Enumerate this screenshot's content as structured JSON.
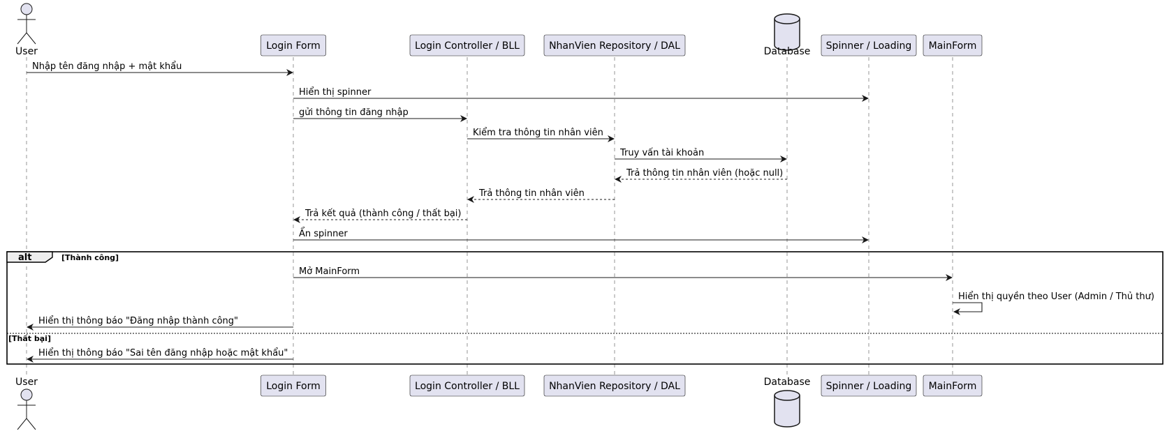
{
  "participants": [
    {
      "id": "user",
      "label": "User",
      "kind": "actor"
    },
    {
      "id": "login_form",
      "label": "Login Form",
      "kind": "participant"
    },
    {
      "id": "login_controller",
      "label": "Login Controller / BLL",
      "kind": "participant"
    },
    {
      "id": "nhanvien_repo",
      "label": "NhanVien Repository / DAL",
      "kind": "participant"
    },
    {
      "id": "database",
      "label": "Database",
      "kind": "database"
    },
    {
      "id": "spinner",
      "label": "Spinner / Loading",
      "kind": "participant"
    },
    {
      "id": "mainform",
      "label": "MainForm",
      "kind": "participant"
    }
  ],
  "messages": [
    {
      "from": "user",
      "to": "login_form",
      "label": "Nhập tên đăng nhập + mật khẩu",
      "style": "solid"
    },
    {
      "from": "login_form",
      "to": "spinner",
      "label": "Hiển thị spinner",
      "style": "solid"
    },
    {
      "from": "login_form",
      "to": "login_controller",
      "label": "gửi thông tin đăng nhập",
      "style": "solid"
    },
    {
      "from": "login_controller",
      "to": "nhanvien_repo",
      "label": "Kiểm tra thông tin nhân viên",
      "style": "solid"
    },
    {
      "from": "nhanvien_repo",
      "to": "database",
      "label": "Truy vấn tài khoản",
      "style": "solid"
    },
    {
      "from": "database",
      "to": "nhanvien_repo",
      "label": "Trả thông tin nhân viên (hoặc null)",
      "style": "dashed"
    },
    {
      "from": "nhanvien_repo",
      "to": "login_controller",
      "label": "Trả thông tin nhân viên",
      "style": "dashed"
    },
    {
      "from": "login_controller",
      "to": "login_form",
      "label": "Trả kết quả (thành công / thất bại)",
      "style": "dashed"
    },
    {
      "from": "login_form",
      "to": "spinner",
      "label": "Ẩn spinner",
      "style": "solid"
    },
    {
      "from": "login_form",
      "to": "mainform",
      "label": "Mở MainForm",
      "style": "solid"
    },
    {
      "from": "mainform",
      "to": "mainform",
      "label": "Hiển thị quyền theo User (Admin / Thủ thư)",
      "style": "solid"
    },
    {
      "from": "login_form",
      "to": "user",
      "label": "Hiển thị thông báo \"Đăng nhập thành công\"",
      "style": "solid"
    },
    {
      "from": "login_form",
      "to": "user",
      "label": "Hiển thị thông báo \"Sai tên đăng nhập hoặc mật khẩu\"",
      "style": "solid"
    }
  ],
  "fragment": {
    "type": "alt",
    "label": "alt",
    "branches": [
      {
        "guard": "[Thành công]",
        "first_message": 9
      },
      {
        "guard": "[Thất bại]",
        "first_message": 12
      }
    ]
  }
}
